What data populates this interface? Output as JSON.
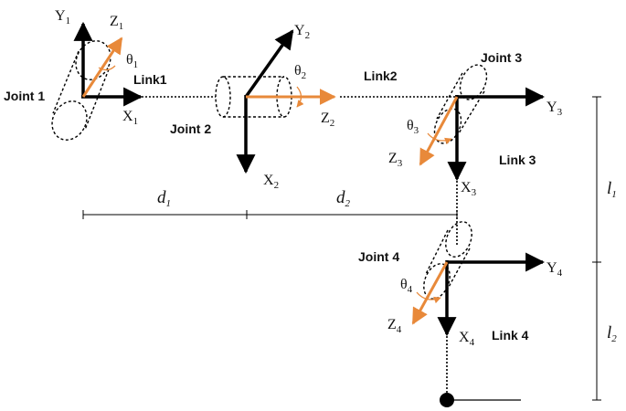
{
  "colors": {
    "axis": "#000000",
    "z_axis": "#e8893a"
  },
  "joints": [
    {
      "name": "Joint 1",
      "label": "Joint 1",
      "x": "X",
      "x_sub": "1",
      "y": "Y",
      "y_sub": "1",
      "z": "Z",
      "z_sub": "1",
      "theta": "θ",
      "theta_sub": "1"
    },
    {
      "name": "Joint 2",
      "label": "Joint 2",
      "x": "X",
      "x_sub": "2",
      "y": "Y",
      "y_sub": "2",
      "z": "Z",
      "z_sub": "2",
      "theta": "θ",
      "theta_sub": "2"
    },
    {
      "name": "Joint 3",
      "label": "Joint 3",
      "x": "X",
      "x_sub": "3",
      "y": "Y",
      "y_sub": "3",
      "z": "Z",
      "z_sub": "3",
      "theta": "θ",
      "theta_sub": "3"
    },
    {
      "name": "Joint 4",
      "label": "Joint 4",
      "x": "X",
      "x_sub": "4",
      "y": "Y",
      "y_sub": "4",
      "z": "Z",
      "z_sub": "4",
      "theta": "θ",
      "theta_sub": "4"
    }
  ],
  "links": [
    "Link1",
    "Link2",
    "Link 3",
    "Link 4"
  ],
  "dimensions": {
    "d1": {
      "sym": "d",
      "sub": "1"
    },
    "d2": {
      "sym": "d",
      "sub": "2"
    },
    "l1": {
      "sym": "l",
      "sub": "1"
    },
    "l2": {
      "sym": "l",
      "sub": "2"
    }
  }
}
